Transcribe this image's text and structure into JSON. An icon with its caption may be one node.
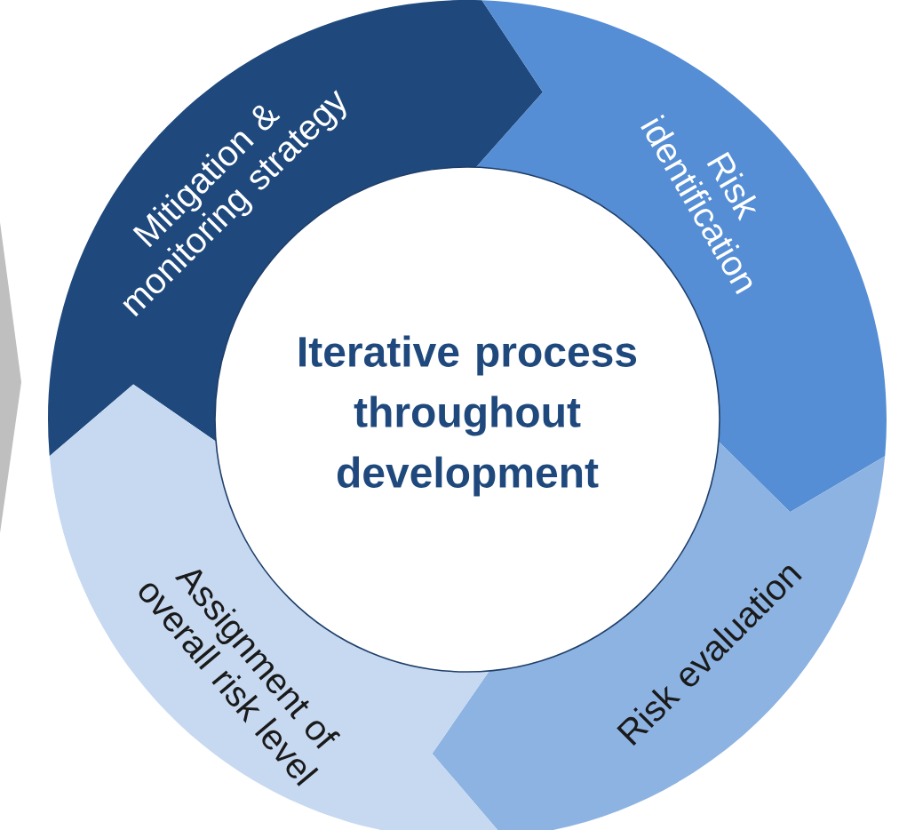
{
  "diagram": {
    "nodes": [
      {
        "text": [
          "Mitigation & monitoring strategy"
        ]
      },
      {
        "text": [
          "Risk identification"
        ]
      },
      {
        "text": [
          "Risk evaluation"
        ]
      },
      {
        "text": [
          "Assignment of overall risk level"
        ]
      },
      {
        "text": [
          "Iterative process throughout development"
        ]
      }
    ]
  }
}
